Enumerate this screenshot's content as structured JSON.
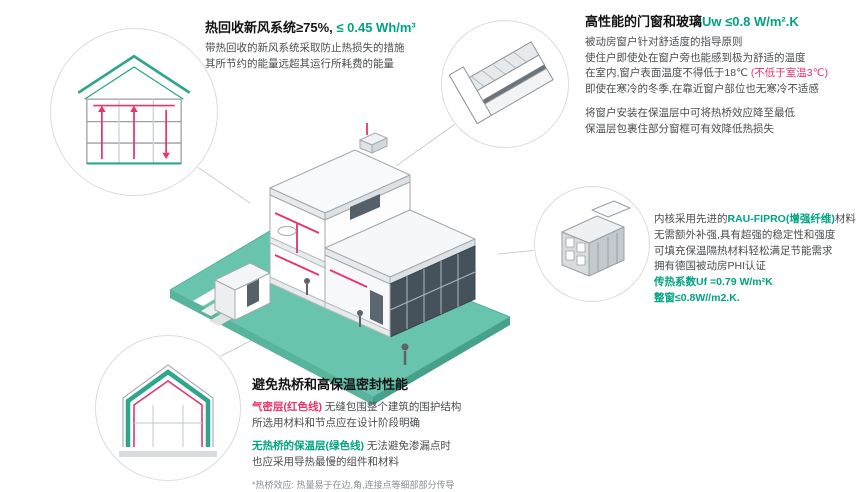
{
  "colors": {
    "teal": "#00A383",
    "red": "#E8336C",
    "ground": "#69C4AD"
  },
  "ventilation": {
    "title": "热回收新风系统≥75%,",
    "title_accent": " ≤ 0.45 Wh/m³",
    "body": [
      "带热回收的新风系统采取防止热损失的措施",
      "其所节约的能量远超其运行所耗费的能量"
    ]
  },
  "windows": {
    "title": "高性能的门窗和玻璃",
    "title_accent": "Uw ≤0.8 W/m².K",
    "line1": "被动房窗户针对舒适度的指导原则",
    "line2": "使住户即使处在窗户旁也能感到极为舒适的温度",
    "line3": "在室内,窗户表面温度不得低于18℃ ",
    "line3_red": "(不低于室温3℃)",
    "line4": "即使在寒冷的冬季,在靠近窗户部位也无寒冷不适感",
    "line5": "将窗户安装在保温层中可将热桥效应降至最低",
    "line6": "保温层包裹住部分窗框可有效降低热损失"
  },
  "profile": {
    "line1_pre": "内核采用先进的",
    "line1_accent": "RAU-FIPRO(增强纤维)",
    "line1_post": "材料",
    "line2": "无需额外补强,具有超强的稳定性和强度",
    "line3": "可填充保温隔热材料轻松满足节能需求",
    "line4": "拥有德国被动房PHI认证",
    "stat1": "传热系数Uf =0.79 W/m²K",
    "stat2": "整窗≤0.8W//m2.K."
  },
  "thermal": {
    "title": "避免热桥和高保温密封性能",
    "airtight_label": "气密层(红色线)",
    "airtight_text": " 无缝包围整个建筑的围护结构",
    "airtight_line2": "所选用材料和节点应在设计阶段明确",
    "insulation_label": "无热桥的保温层(绿色线)",
    "insulation_text": " 无法避免渗漏点时",
    "insulation_line2": "也应采用导热最慢的组件和材料",
    "footnote": "*热桥效应: 热量易于在边,角,连接点等细部部分传导"
  }
}
